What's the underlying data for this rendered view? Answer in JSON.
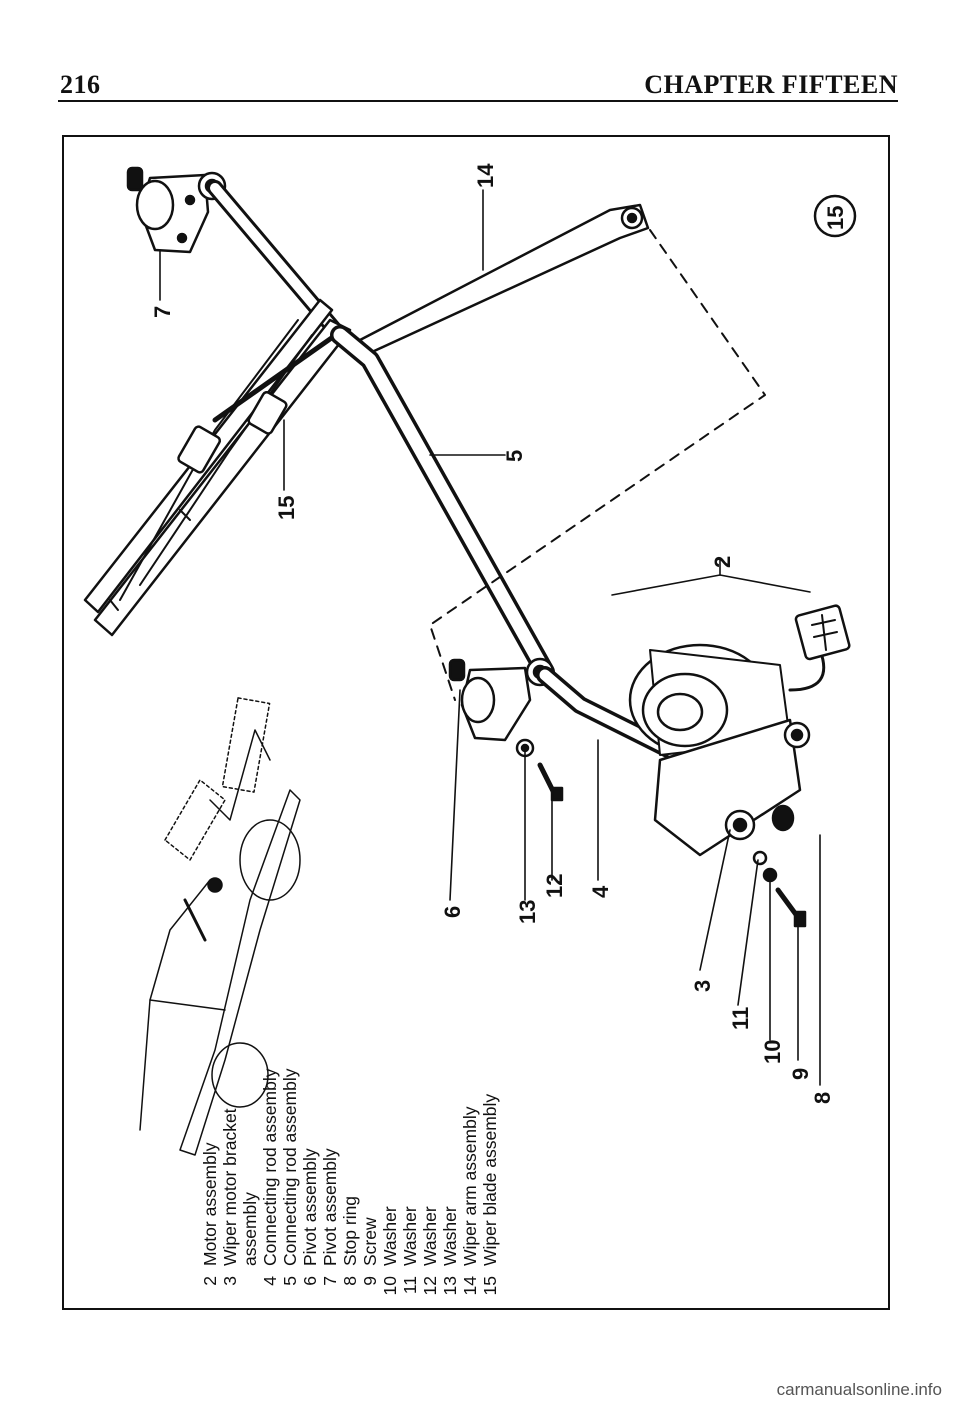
{
  "header": {
    "page_number": "216",
    "chapter_title": "CHAPTER FIFTEEN"
  },
  "figure": {
    "badge": "15",
    "callouts": [
      "7",
      "14",
      "15",
      "5",
      "2",
      "6",
      "13",
      "12",
      "4",
      "3",
      "11",
      "10",
      "9",
      "8"
    ]
  },
  "legend": [
    {
      "num": "2",
      "text": "Motor assembly"
    },
    {
      "num": "3",
      "text": "Wiper motor bracket"
    },
    {
      "num": "",
      "text": "assembly"
    },
    {
      "num": "4",
      "text": "Connecting rod assembly"
    },
    {
      "num": "5",
      "text": "Connecting rod assembly"
    },
    {
      "num": "6",
      "text": "Pivot assembly"
    },
    {
      "num": "7",
      "text": "Pivot assembly"
    },
    {
      "num": "8",
      "text": "Stop ring"
    },
    {
      "num": "9",
      "text": "Screw"
    },
    {
      "num": "10",
      "text": "Washer"
    },
    {
      "num": "11",
      "text": "Washer"
    },
    {
      "num": "12",
      "text": "Washer"
    },
    {
      "num": "13",
      "text": "Washer"
    },
    {
      "num": "14",
      "text": "Wiper arm assembly"
    },
    {
      "num": "15",
      "text": "Wiper blade assembly"
    }
  ],
  "watermark": "carmanualsonline.info"
}
